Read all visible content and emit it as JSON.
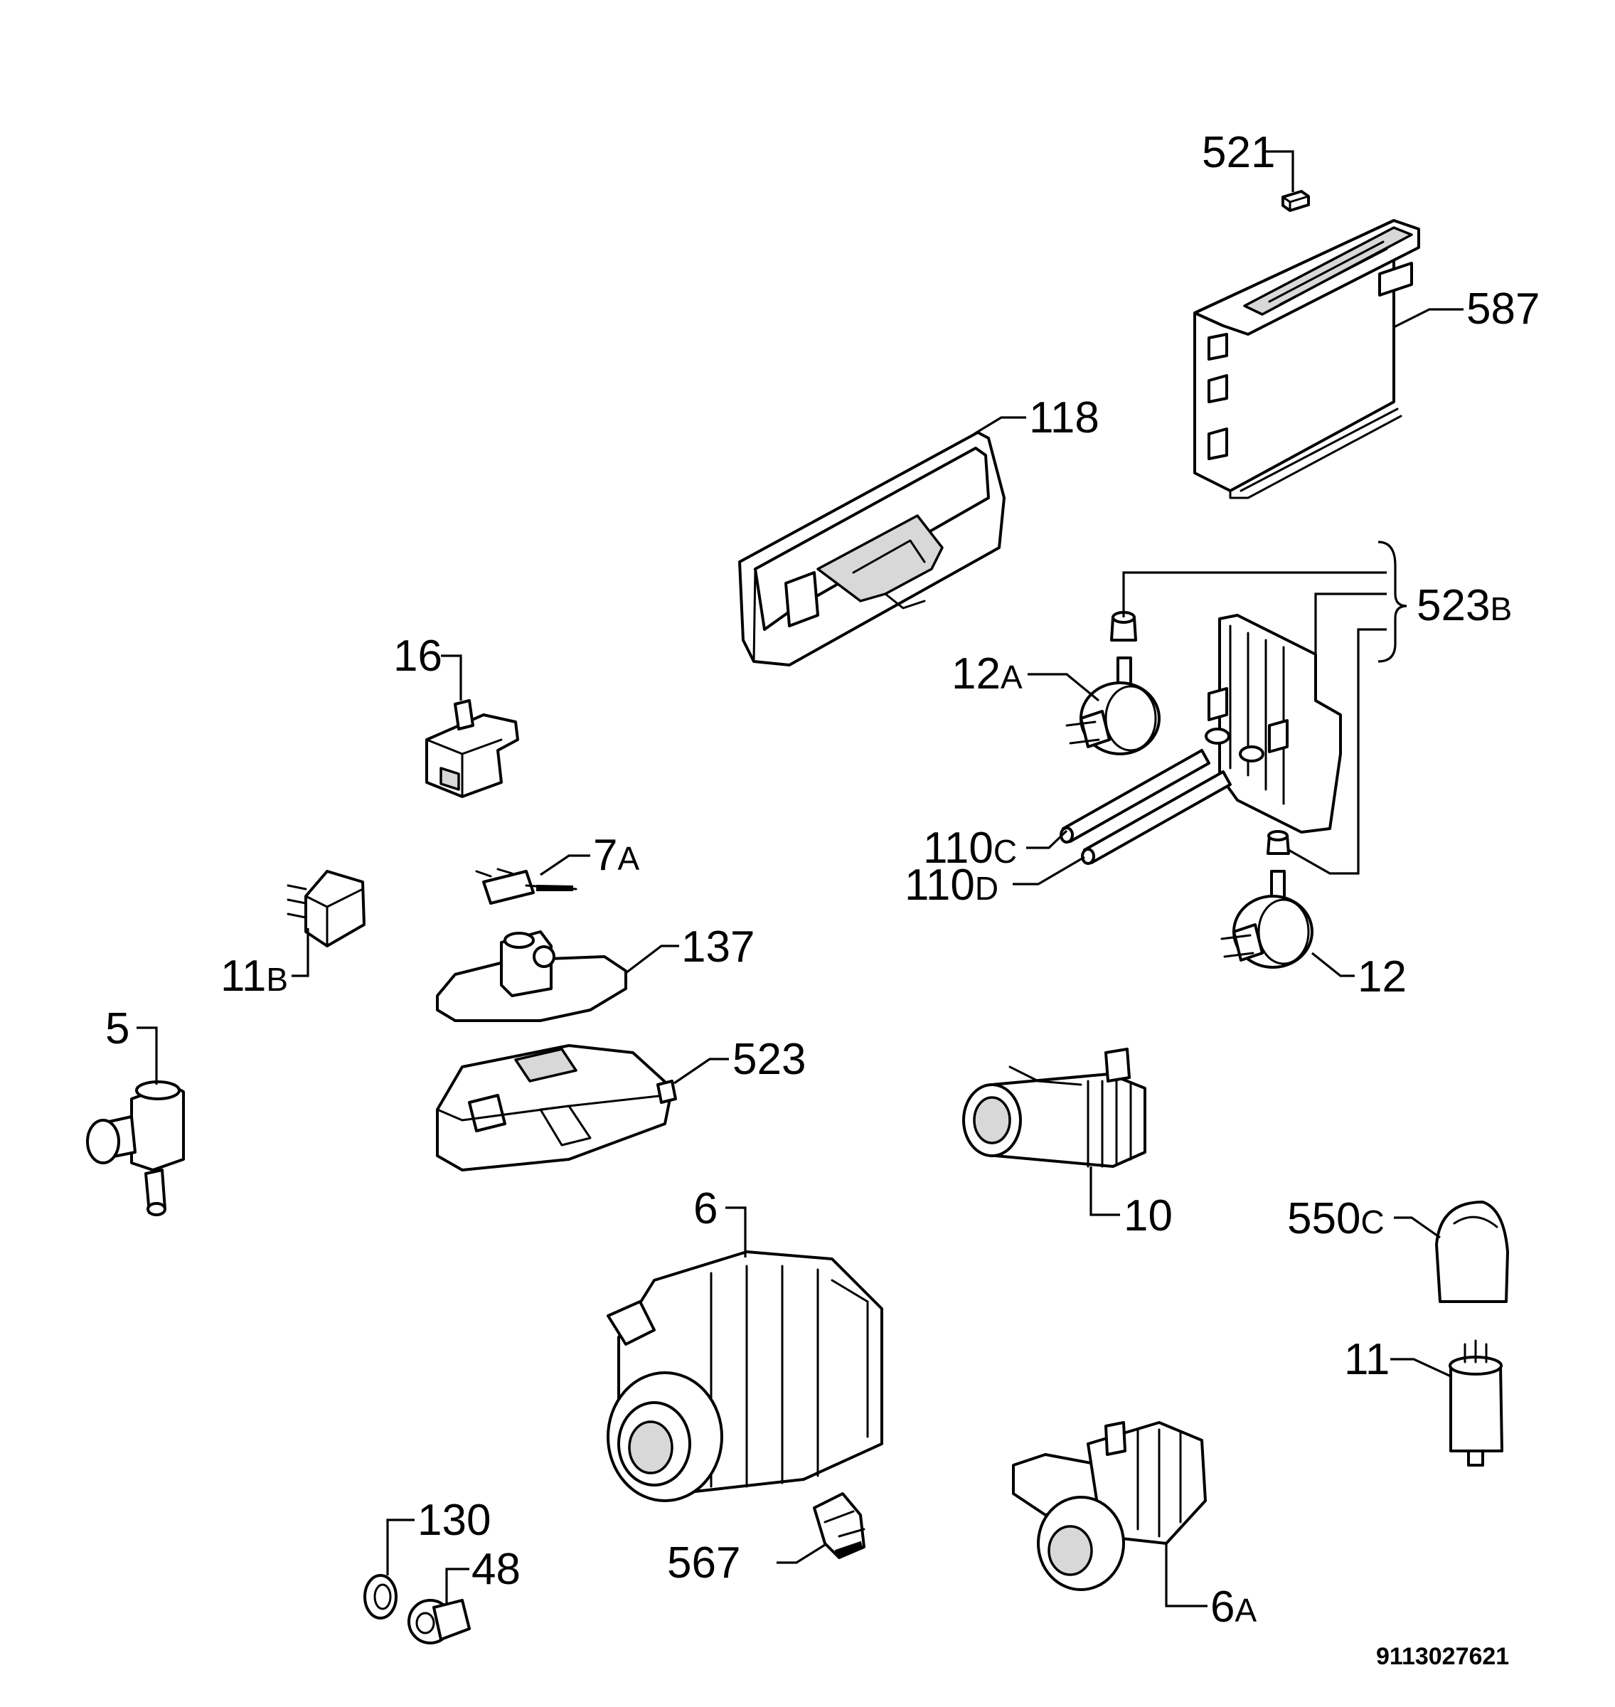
{
  "labels": {
    "p521": {
      "num": "521",
      "suffix": ""
    },
    "p587": {
      "num": "587",
      "suffix": ""
    },
    "p118": {
      "num": "118",
      "suffix": ""
    },
    "p523B": {
      "num": "523",
      "suffix": "B"
    },
    "p16": {
      "num": "16",
      "suffix": ""
    },
    "p12A": {
      "num": "12",
      "suffix": "A"
    },
    "p110C": {
      "num": "110",
      "suffix": "C"
    },
    "p110D": {
      "num": "110",
      "suffix": "D"
    },
    "p7A": {
      "num": "7",
      "suffix": "A"
    },
    "p11B": {
      "num": "11",
      "suffix": "B"
    },
    "p137": {
      "num": "137",
      "suffix": ""
    },
    "p12": {
      "num": "12",
      "suffix": ""
    },
    "p5": {
      "num": "5",
      "suffix": ""
    },
    "p523": {
      "num": "523",
      "suffix": ""
    },
    "p10": {
      "num": "10",
      "suffix": ""
    },
    "p6": {
      "num": "6",
      "suffix": ""
    },
    "p550C": {
      "num": "550",
      "suffix": "C"
    },
    "p11": {
      "num": "11",
      "suffix": ""
    },
    "p130": {
      "num": "130",
      "suffix": ""
    },
    "p48": {
      "num": "48",
      "suffix": ""
    },
    "p567": {
      "num": "567",
      "suffix": ""
    },
    "p6A": {
      "num": "6",
      "suffix": "A"
    }
  },
  "document_number": "9113027621"
}
